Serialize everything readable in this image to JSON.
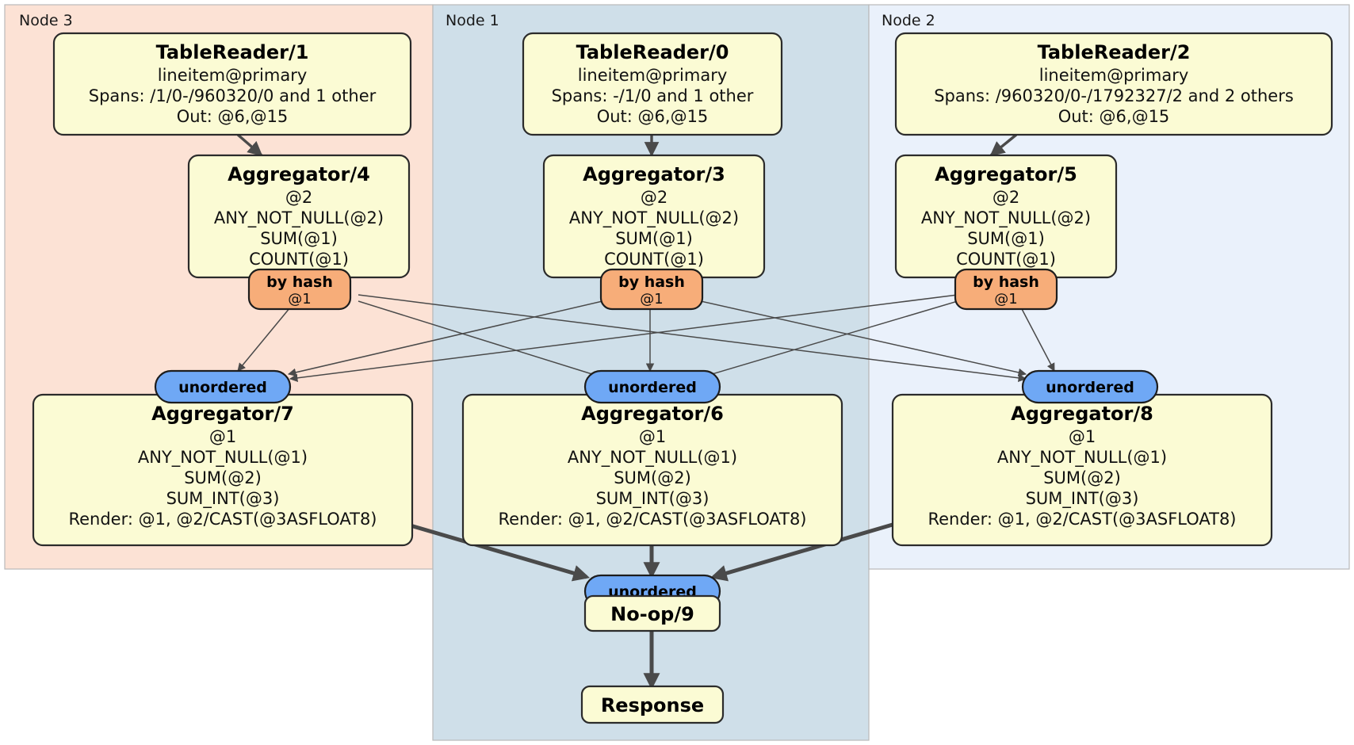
{
  "diagram": {
    "type": "distributed-query-plan",
    "title": "",
    "background": "#ffffff",
    "colors": {
      "node3_region": "#fce2d5",
      "node1_region": "#cfdfe9",
      "node2_region": "#eaf1fb",
      "processor_box": "#fbfbd4",
      "hash_pill": "#f7ad79",
      "unordered_pill": "#6fa8f5",
      "edge": "#4a4a4a",
      "border": "#2b2b2b"
    }
  },
  "regions": [
    {
      "id": "node3",
      "label": "Node 3"
    },
    {
      "id": "node1",
      "label": "Node 1"
    },
    {
      "id": "node2",
      "label": "Node 2"
    }
  ],
  "processors": {
    "table_reader_1": {
      "title": "TableReader/1",
      "lines": [
        "lineitem@primary",
        "Spans: /1/0-/960320/0 and 1 other",
        "Out: @6,@15"
      ]
    },
    "table_reader_0": {
      "title": "TableReader/0",
      "lines": [
        "lineitem@primary",
        "Spans: -/1/0 and 1 other",
        "Out: @6,@15"
      ]
    },
    "table_reader_2": {
      "title": "TableReader/2",
      "lines": [
        "lineitem@primary",
        "Spans: /960320/0-/1792327/2 and 2 others",
        "Out: @6,@15"
      ]
    },
    "aggregator_4": {
      "title": "Aggregator/4",
      "lines": [
        "@2",
        "ANY_NOT_NULL(@2)",
        "SUM(@1)",
        "COUNT(@1)"
      ]
    },
    "aggregator_3": {
      "title": "Aggregator/3",
      "lines": [
        "@2",
        "ANY_NOT_NULL(@2)",
        "SUM(@1)",
        "COUNT(@1)"
      ]
    },
    "aggregator_5": {
      "title": "Aggregator/5",
      "lines": [
        "@2",
        "ANY_NOT_NULL(@2)",
        "SUM(@1)",
        "COUNT(@1)"
      ]
    },
    "aggregator_7": {
      "title": "Aggregator/7",
      "lines": [
        "@1",
        "ANY_NOT_NULL(@1)",
        "SUM(@2)",
        "SUM_INT(@3)",
        "Render: @1, @2/CAST(@3ASFLOAT8)"
      ]
    },
    "aggregator_6": {
      "title": "Aggregator/6",
      "lines": [
        "@1",
        "ANY_NOT_NULL(@1)",
        "SUM(@2)",
        "SUM_INT(@3)",
        "Render: @1, @2/CAST(@3ASFLOAT8)"
      ]
    },
    "aggregator_8": {
      "title": "Aggregator/8",
      "lines": [
        "@1",
        "ANY_NOT_NULL(@1)",
        "SUM(@2)",
        "SUM_INT(@3)",
        "Render: @1, @2/CAST(@3ASFLOAT8)"
      ]
    },
    "noop_9": {
      "title": "No-op/9",
      "lines": []
    },
    "response": {
      "title": "Response",
      "lines": []
    }
  },
  "routers": {
    "hash_left": {
      "title": "by hash",
      "sub": "@1"
    },
    "hash_center": {
      "title": "by hash",
      "sub": "@1"
    },
    "hash_right": {
      "title": "by hash",
      "sub": "@1"
    },
    "unordered_left": {
      "title": "unordered",
      "sub": ""
    },
    "unordered_center": {
      "title": "unordered",
      "sub": ""
    },
    "unordered_right": {
      "title": "unordered",
      "sub": ""
    },
    "unordered_final": {
      "title": "unordered",
      "sub": ""
    }
  }
}
